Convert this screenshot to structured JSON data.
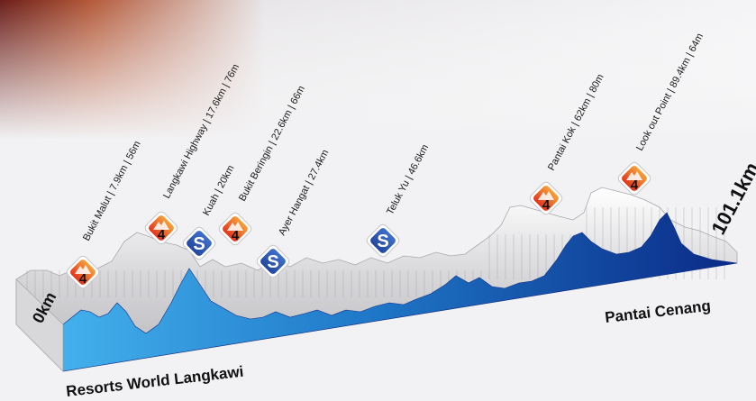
{
  "profile": {
    "start": {
      "distance": "0km",
      "place": "Resorts World Langkawi"
    },
    "finish": {
      "distance": "101.1km",
      "place": "Pantai Cenang"
    }
  },
  "waypoints": [
    {
      "label": "Bukit Malut | 7.9km | 56m",
      "kind": "climb",
      "category": "4"
    },
    {
      "label": "Langkawi Highway | 17.6km | 76m",
      "kind": "climb",
      "category": "4"
    },
    {
      "label": "Kuah | 20km",
      "kind": "sprint",
      "category": "S"
    },
    {
      "label": "Bukit Beringin | 22.6km | 66m",
      "kind": "climb",
      "category": "4"
    },
    {
      "label": "Ayer Hangat | 27.4km",
      "kind": "sprint",
      "category": "S"
    },
    {
      "label": "Teluk Yu | 46.6km",
      "kind": "sprint",
      "category": "S"
    },
    {
      "label": "Pantai Kok | 62km | 80m",
      "kind": "climb",
      "category": "4"
    },
    {
      "label": "Look out Point | 89.4km | 64m",
      "kind": "climb",
      "category": "4"
    }
  ],
  "colors": {
    "profile_front_top": "#3fa9e6",
    "profile_front_bottom": "#0d2f8a",
    "profile_side": "#c9c9cc",
    "climb_badge": "#e63a1f",
    "sprint_badge": "#2f58b5"
  }
}
